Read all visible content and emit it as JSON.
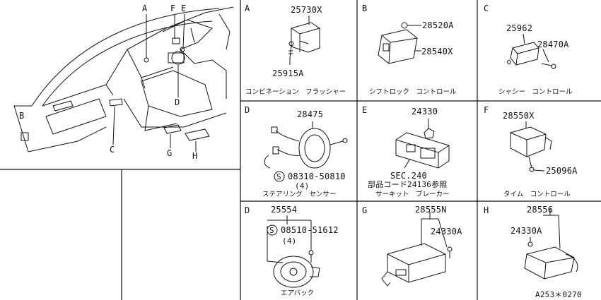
{
  "overview": {
    "callouts": [
      "A",
      "F",
      "E",
      "D",
      "B",
      "C",
      "G",
      "H"
    ]
  },
  "panels": [
    {
      "tag": "A",
      "parts": [
        "25730X",
        "25915A"
      ],
      "caption": "コンビネーション　フラッシャー"
    },
    {
      "tag": "B",
      "parts": [
        "28520A",
        "28540X"
      ],
      "caption": "シフトロック　コントロール"
    },
    {
      "tag": "C",
      "parts": [
        "25962",
        "28470A"
      ],
      "caption": "シャシー　コントロール"
    },
    {
      "tag": "D",
      "parts": [
        "28475",
        "08310-50810",
        "(4)"
      ],
      "caption": "ステアリング　センサー"
    },
    {
      "tag": "E",
      "parts": [
        "24330",
        "SEC.240",
        "部品コード24136参照"
      ],
      "caption": "サーキット　ブレーカー"
    },
    {
      "tag": "F",
      "parts": [
        "28550X",
        "25096A"
      ],
      "caption": "タイム　コントロール"
    },
    {
      "tag": "D",
      "parts": [
        "25554",
        "08510-51612",
        "(4)"
      ],
      "caption": "エアバック"
    },
    {
      "tag": "G",
      "parts": [
        "28555N",
        "24330A"
      ],
      "caption": ""
    },
    {
      "tag": "H",
      "parts": [
        "28556",
        "24330A"
      ],
      "caption": ""
    }
  ],
  "footer_code": "A253＊0270",
  "screw_symbol": "S"
}
